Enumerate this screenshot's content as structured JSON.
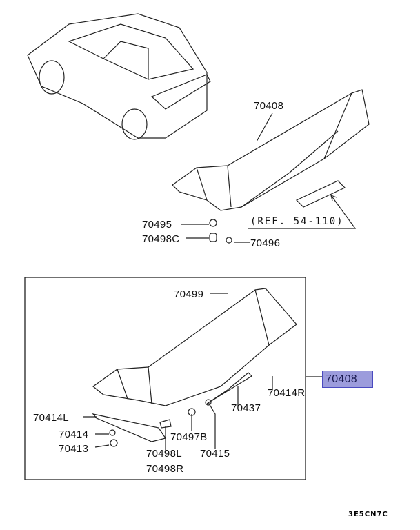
{
  "diagram": {
    "labels": {
      "top_spoiler": "70408",
      "ref": "(REF. 54-110)",
      "p70495": "70495",
      "p70498c": "70498C",
      "p70496": "70496",
      "p70499": "70499",
      "p70414r": "70414R",
      "p70437": "70437",
      "p70414l": "70414L",
      "p70414": "70414",
      "p70413": "70413",
      "p70497b": "70497B",
      "p70415": "70415",
      "p70498l": "70498L",
      "p70498r": "70498R"
    },
    "highlighted_part": "70408",
    "highlight_color": "#9c9cdc",
    "diagram_code": "3E5CN7C"
  }
}
